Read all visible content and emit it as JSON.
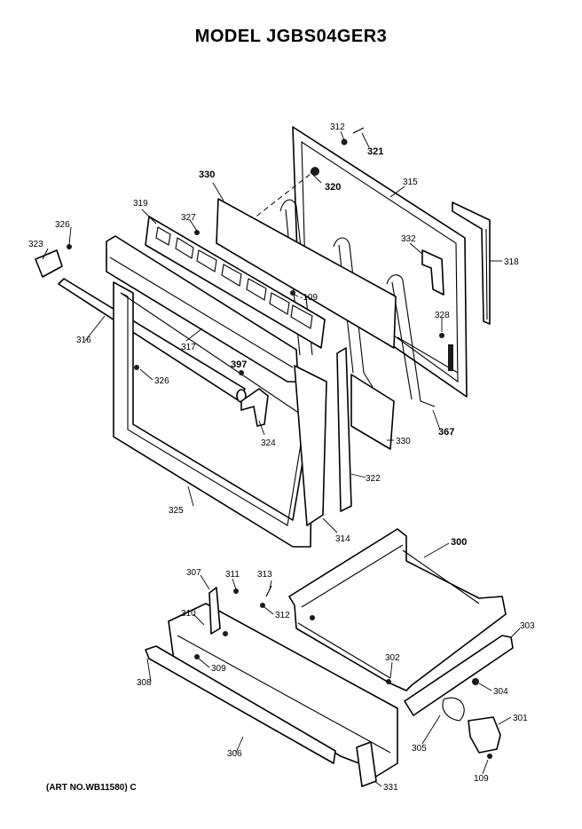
{
  "title": "MODEL JGBS04GER3",
  "art_number": "(ART NO.WB11580) C",
  "callouts": {
    "p312a": "312",
    "p321": "321",
    "p320": "320",
    "p315": "315",
    "p330a": "330",
    "p319": "319",
    "p327": "327",
    "p326a": "326",
    "p323": "323",
    "p332": "332",
    "p318": "318",
    "p109a": "-109",
    "p328": "328",
    "p316": "316",
    "p317": "317",
    "p397": "397",
    "p326b": "326",
    "p324": "324",
    "p330b": "330",
    "p367": "367",
    "p322": "322",
    "p325": "325",
    "p314": "314",
    "p300": "300",
    "p307": "307",
    "p311": "311",
    "p313": "313",
    "p312b": "312",
    "p310": "310",
    "p309": "309",
    "p308": "308",
    "p302": "302",
    "p303": "303",
    "p304": "304",
    "p301": "301",
    "p305": "305",
    "p306": "306",
    "p109b": "109",
    "p331": "331"
  }
}
